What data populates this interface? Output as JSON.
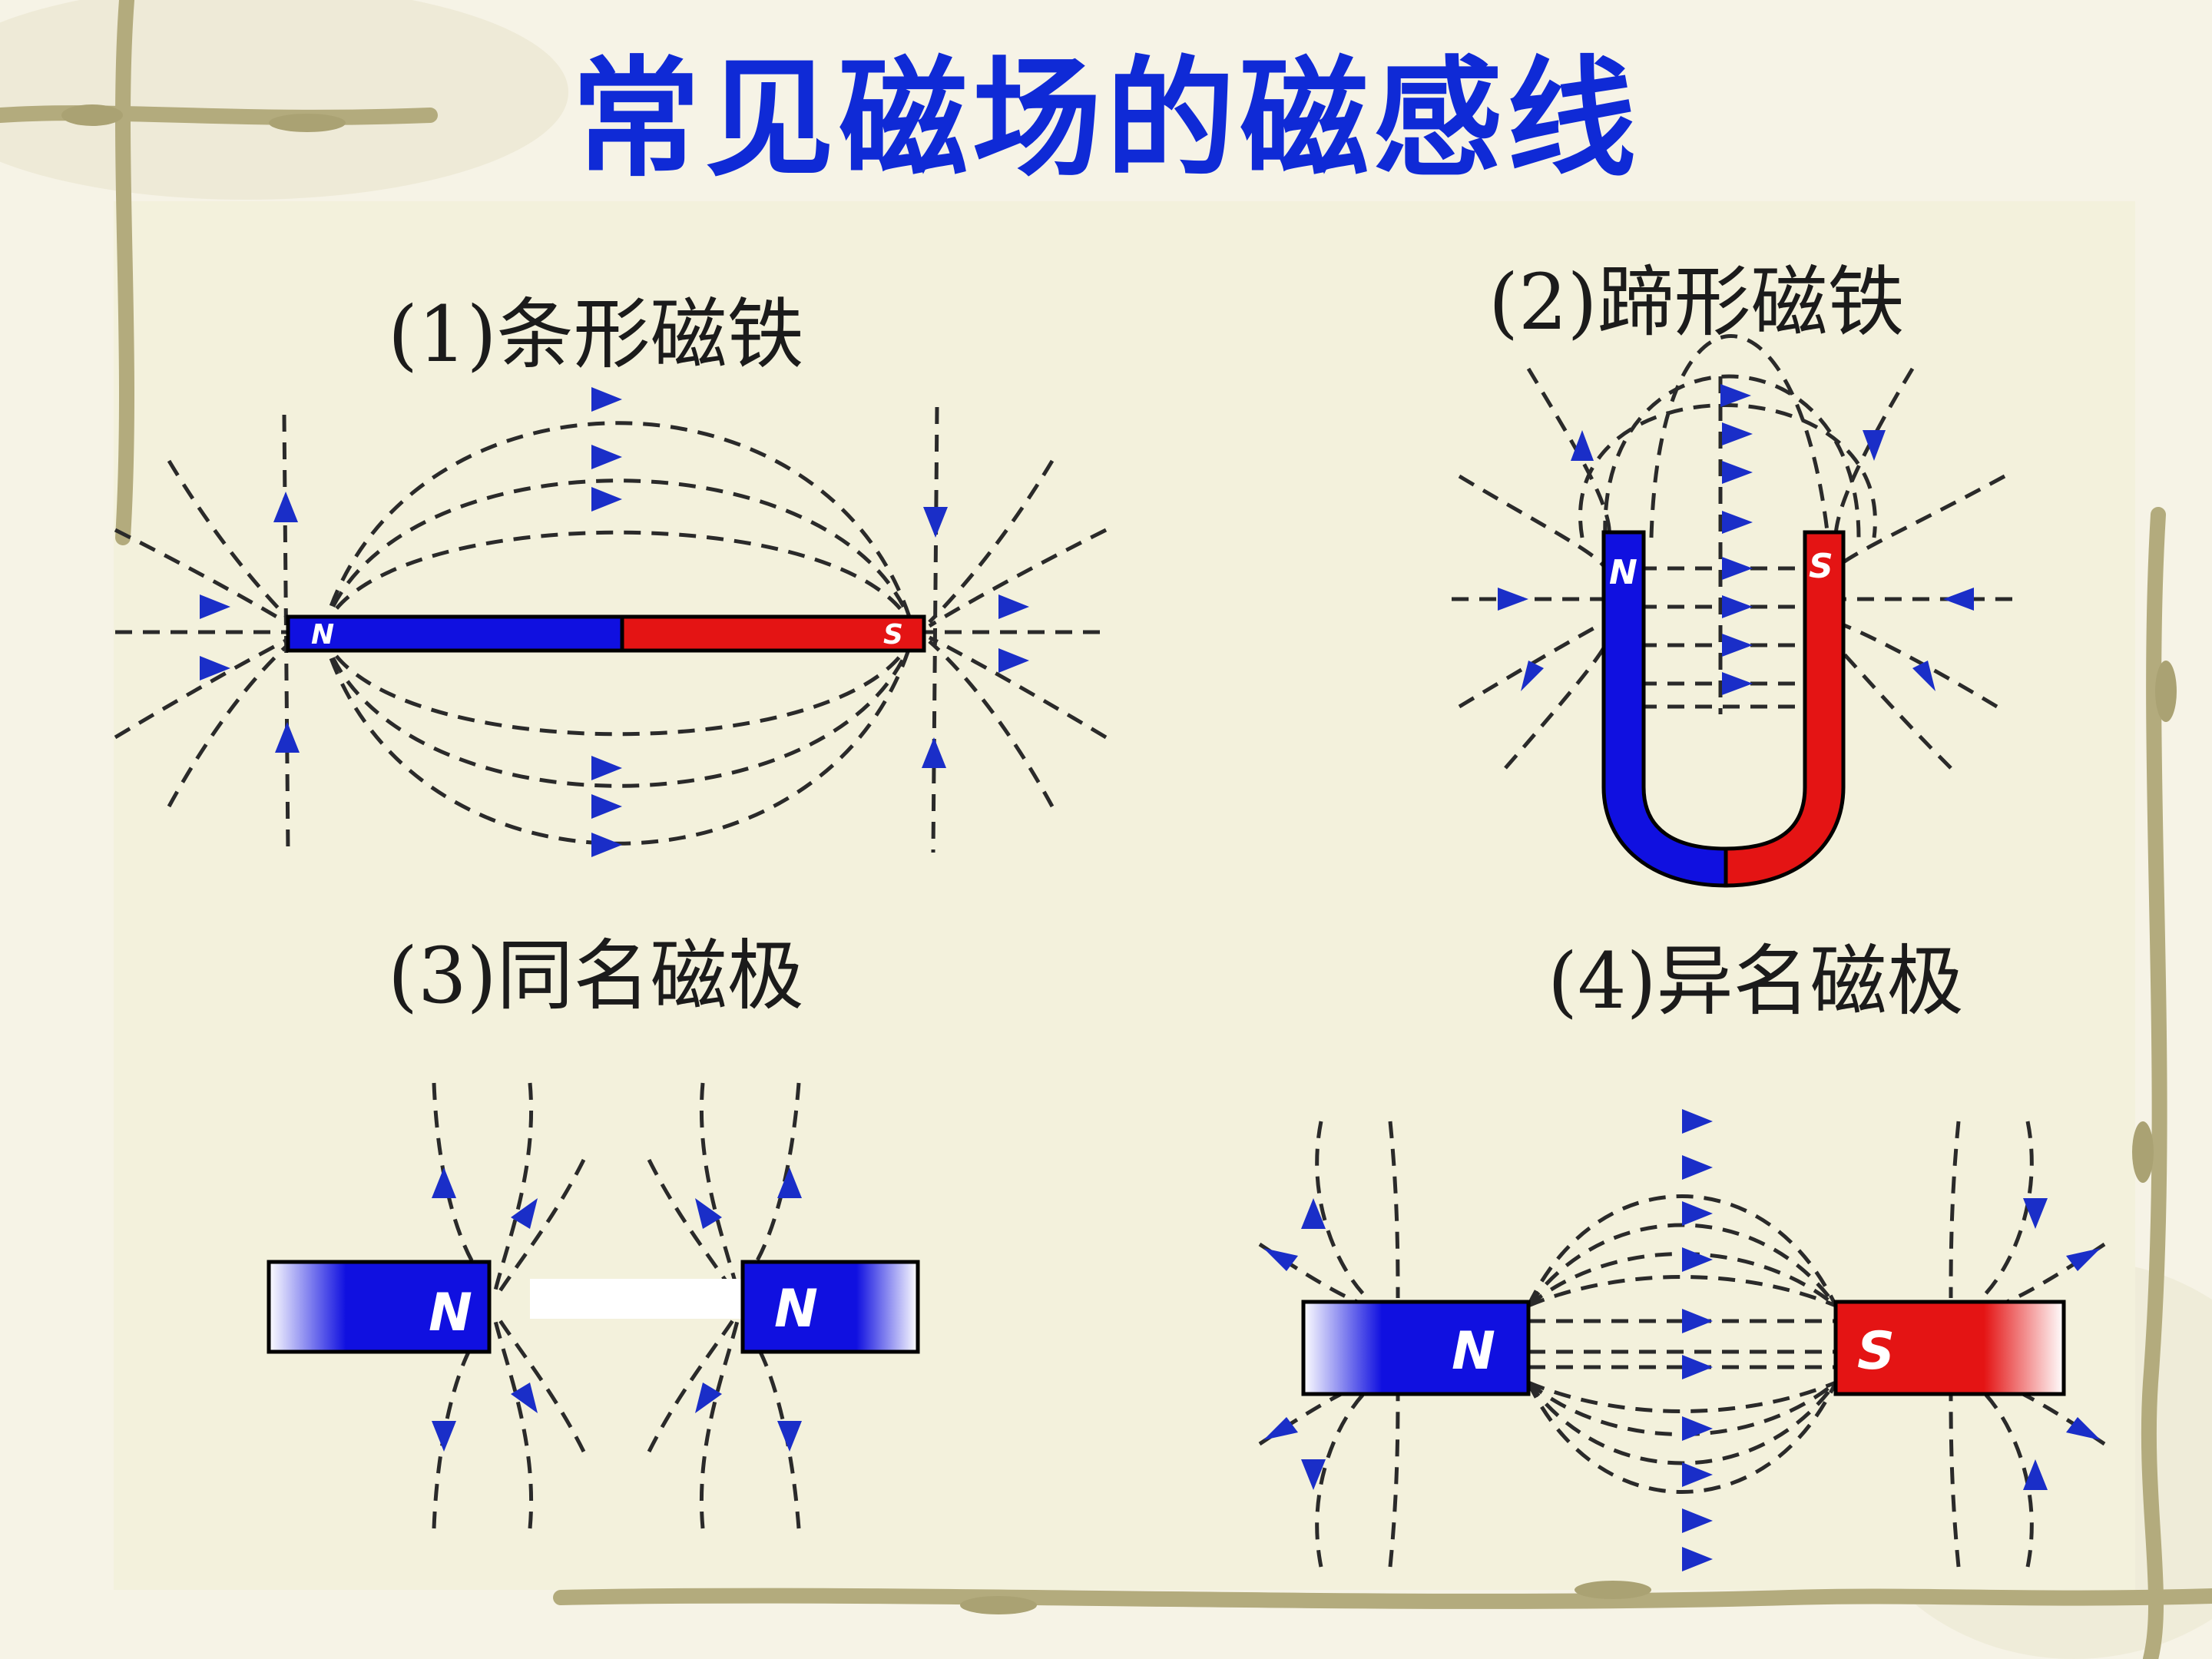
{
  "title": "常见磁场的磁感线",
  "panels": [
    {
      "label": "(1)条形磁铁",
      "poles": [
        "N",
        "S"
      ]
    },
    {
      "label": "(2)蹄形磁铁",
      "poles": [
        "N",
        "S"
      ]
    },
    {
      "label": "(3)同名磁极",
      "poles": [
        "N",
        "N"
      ]
    },
    {
      "label": "(4)异名磁极",
      "poles": [
        "N",
        "S"
      ]
    }
  ],
  "colors": {
    "title": "#0f2ad6",
    "north_pole": "#1010e0",
    "south_pole": "#e41414",
    "arrow": "#1a2ec8",
    "field_line": "#2a2a2a",
    "panel_bg": "#f3f1dc",
    "decor_vine": "#b3ab7d"
  }
}
